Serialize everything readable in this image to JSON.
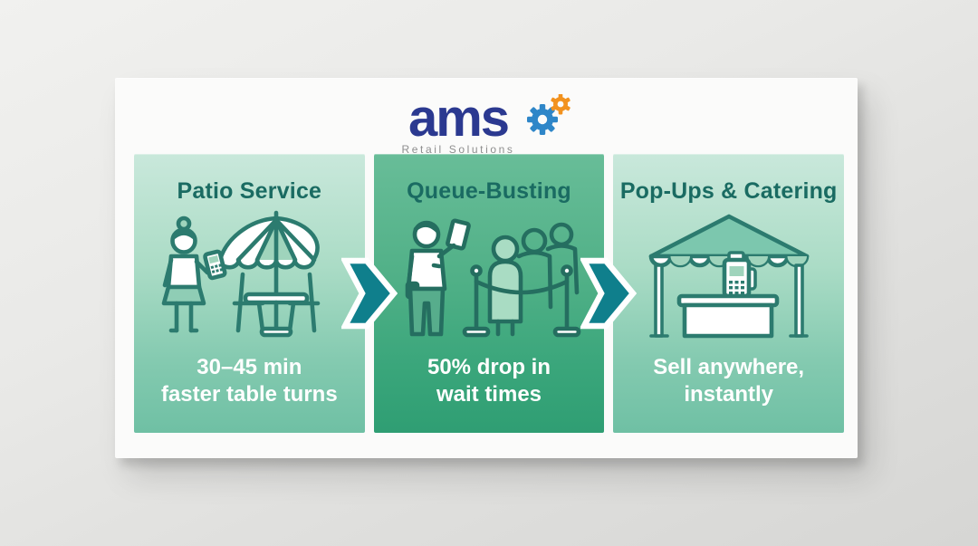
{
  "logo": {
    "brand": "ams",
    "tagline": "Retail Solutions",
    "brand_color": "#2b3990",
    "tagline_color": "#8e8e8e",
    "gear_large_icon": "gear-icon-blue",
    "gear_small_icon": "gear-icon-orange",
    "gear_blue": "#2e86c8",
    "gear_orange": "#f2921e"
  },
  "panels": [
    {
      "title": "Patio Service",
      "caption1": "30–45 min",
      "caption2": "faster table turns",
      "icon": "patio-umbrella-table-server-icon",
      "variant": "light"
    },
    {
      "title": "Queue-Busting",
      "caption1": "50% drop in",
      "caption2": "wait times",
      "icon": "queue-line-staff-tablet-icon",
      "variant": "dark"
    },
    {
      "title": "Pop-Ups & Catering",
      "caption1": "Sell anywhere,",
      "caption2": "instantly",
      "icon": "popup-tent-pos-terminal-icon",
      "variant": "light"
    }
  ],
  "arrows": {
    "icon": "chevron-right-arrow-icon",
    "fill": "#0f7f8c",
    "outline": "#ffffff"
  },
  "colors": {
    "panel_light_top": "#c9e8db",
    "panel_light_bottom": "#6fc0a4",
    "panel_dark_top": "#68bd98",
    "panel_dark_bottom": "#2f9e73",
    "heading_teal": "#1a6b62",
    "icon_stroke": "#2c7b6f",
    "caption_white": "#ffffff",
    "poster_bg": "#fbfbfa",
    "wall_bg": "#e4e4e2"
  }
}
